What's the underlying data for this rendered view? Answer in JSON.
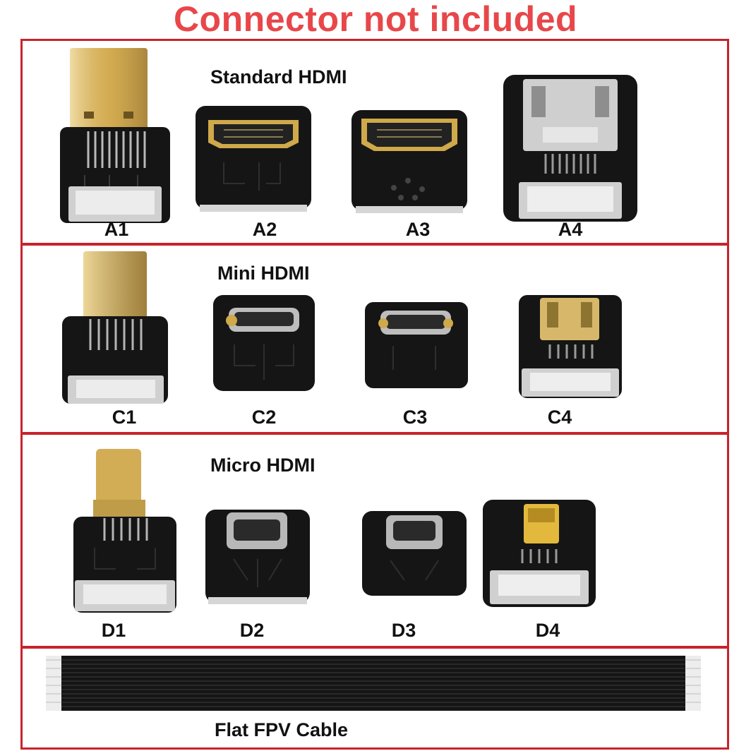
{
  "banner": {
    "text": "Connector not included",
    "color": "#e8474a"
  },
  "frame_color": "#c8232c",
  "sections": {
    "standard": {
      "title": "Standard HDMI",
      "items": [
        "A1",
        "A2",
        "A3",
        "A4"
      ]
    },
    "mini": {
      "title": "Mini HDMI",
      "items": [
        "C1",
        "C2",
        "C3",
        "C4"
      ]
    },
    "micro": {
      "title": "Micro HDMI",
      "items": [
        "D1",
        "D2",
        "D3",
        "D4"
      ]
    },
    "cable": {
      "title": "Flat FPV Cable"
    }
  },
  "colors": {
    "pcb": "#151515",
    "gold": "#cfa94a",
    "silver": "#c4c4c4"
  }
}
